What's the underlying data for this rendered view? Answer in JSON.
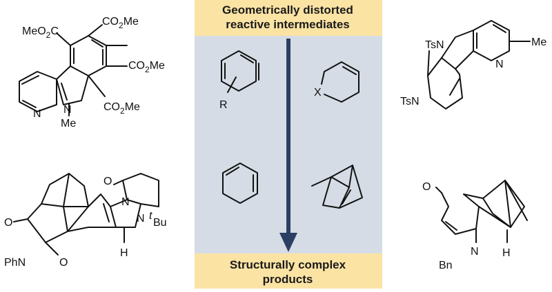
{
  "panel": {
    "title_top": "Geometrically distorted reactive intermediates",
    "title_top_line1": "Geometrically distorted",
    "title_top_line2": "reactive intermediates",
    "title_bottom": "Structurally complex products",
    "title_bottom_line1": "Structurally complex",
    "title_bottom_line2": "products",
    "colors": {
      "banner": "#fbe3a4",
      "panel": "#d5dce5",
      "arrow": "#2b3e63"
    }
  },
  "intermediates": {
    "aryne_substituent": "R",
    "heterocycle_atom": "X"
  },
  "left_top": {
    "e1": "MeO",
    "e1_sub": "2",
    "e1_end": "C",
    "e2": "CO",
    "e2_sub": "2",
    "e2_end": "Me",
    "e3": "CO",
    "e3_sub": "2",
    "e3_end": "Me",
    "e4": "CO",
    "e4_sub": "2",
    "e4_end": "Me",
    "n_ring": "N",
    "n_indole": "N",
    "n_me": "Me"
  },
  "left_bottom": {
    "o1": "O",
    "o2": "O",
    "o3": "O",
    "phn": "PhN",
    "n1": "N",
    "n2": "N",
    "t": "t",
    "bu": "Bu",
    "h": "H"
  },
  "right_top": {
    "tsn1": "TsN",
    "tsn2": "TsN",
    "n_py": "N",
    "me": "Me"
  },
  "right_bottom": {
    "o": "O",
    "n": "N",
    "bn": "Bn",
    "h": "H"
  }
}
